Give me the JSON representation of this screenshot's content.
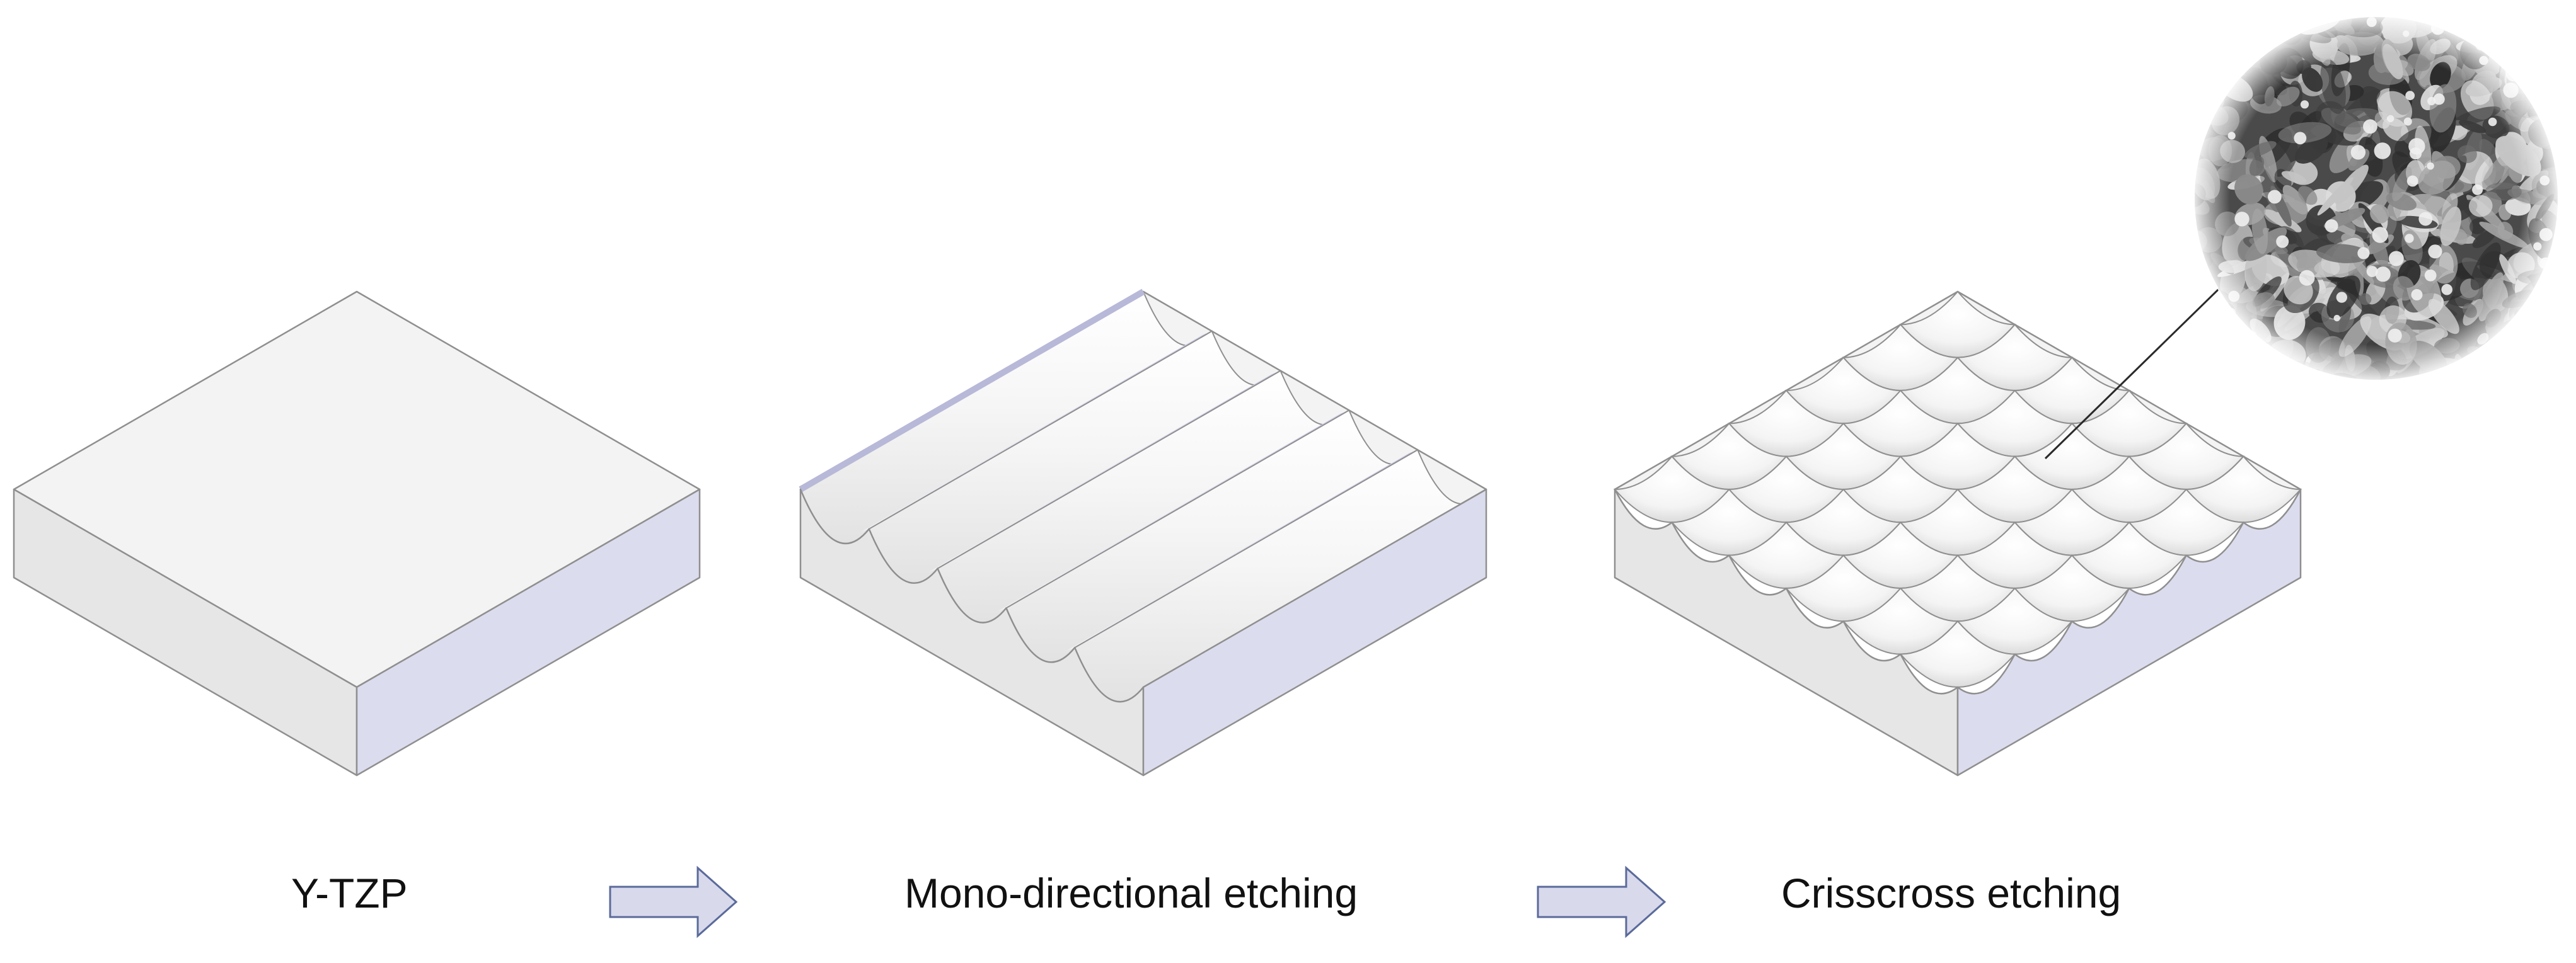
{
  "stages": [
    {
      "label": "Y-TZP"
    },
    {
      "label": "Mono-directional etching"
    },
    {
      "label": "Crisscross etching"
    }
  ],
  "colors": {
    "top_face": "#f3f3f3",
    "left_face": "#e6e6e6",
    "right_face": "#dcdcef",
    "edge": "#8f8f8f",
    "arrow_fill": "#d9d9ec",
    "arrow_stroke": "#5a6a9a",
    "sem_bg": "#4a4a4a"
  },
  "icons": {
    "process_arrow": "right-arrow-icon",
    "magnifier": "sem-micrograph-inset"
  }
}
